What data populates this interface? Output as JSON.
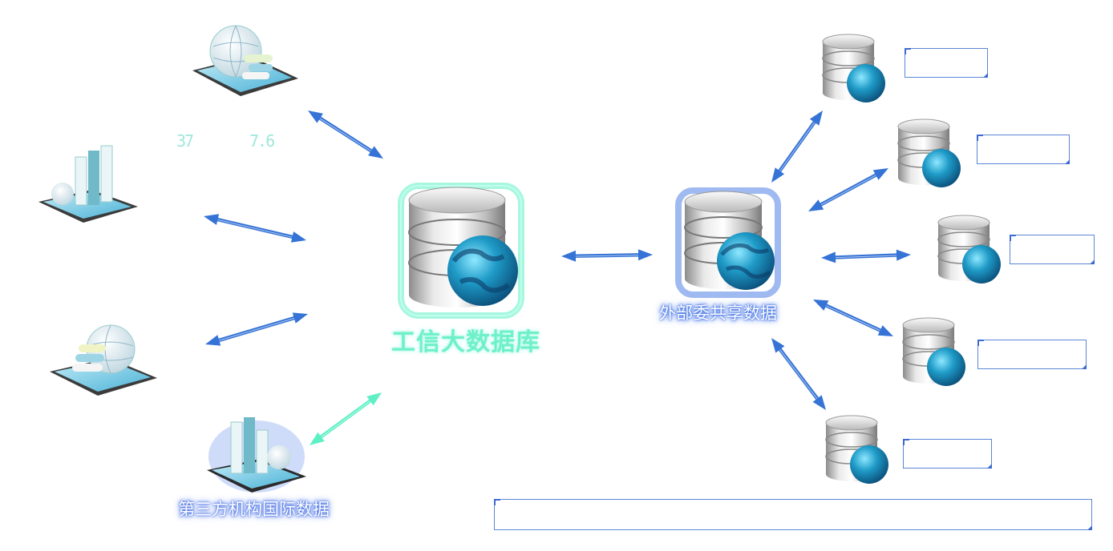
{
  "central": {
    "label": "工信大数据库",
    "icon": "database-globe-icon"
  },
  "external": {
    "label": "外部委共享数据",
    "icon": "database-globe-icon"
  },
  "third_party": {
    "label": "第三方机构国际数据",
    "icon": "bar-chart-tablet-icon"
  },
  "stats": {
    "left": "37",
    "right": "7.6"
  },
  "sources": [
    {
      "icon": "globe-tablet-icon"
    },
    {
      "icon": "bar-chart-tablet-icon"
    },
    {
      "icon": "globe-tablet-icon"
    }
  ],
  "dept_nodes": [
    {
      "icon": "database-globe-icon",
      "label": ""
    },
    {
      "icon": "database-globe-icon",
      "label": ""
    },
    {
      "icon": "database-globe-icon",
      "label": ""
    },
    {
      "icon": "database-globe-icon",
      "label": ""
    },
    {
      "icon": "database-globe-icon",
      "label": ""
    }
  ],
  "footer_box": {
    "label": ""
  },
  "colors": {
    "arrow": "#3573d6",
    "arrow_highlight": "#5ef0c4",
    "central_glow": "#5ef0c4",
    "external_glow": "#2a63e0"
  }
}
